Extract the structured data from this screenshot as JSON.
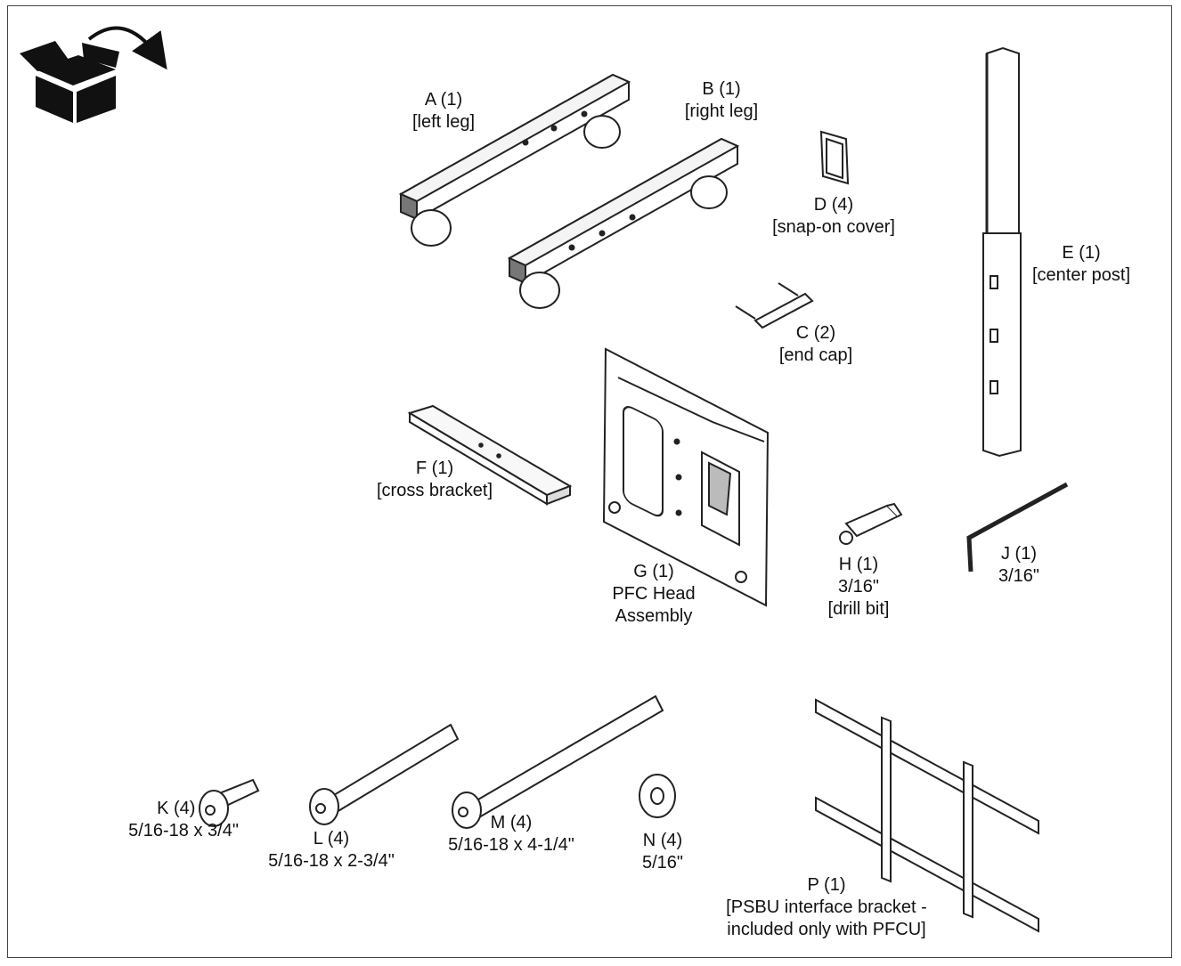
{
  "parts": {
    "A": {
      "line1": "A (1)",
      "line2": "[left leg]"
    },
    "B": {
      "line1": "B (1)",
      "line2": "[right leg]"
    },
    "D": {
      "line1": "D (4)",
      "line2": "[snap-on cover]"
    },
    "E": {
      "line1": "E (1)",
      "line2": "[center post]"
    },
    "C": {
      "line1": "C (2)",
      "line2": "[end cap]"
    },
    "F": {
      "line1": "F (1)",
      "line2": "[cross bracket]"
    },
    "G": {
      "line1": "G (1)",
      "line2": "PFC Head",
      "line3": "Assembly"
    },
    "H": {
      "line1": "H (1)",
      "line2": "3/16\"",
      "line3": "[drill bit]"
    },
    "J": {
      "line1": "J (1)",
      "line2": "3/16\""
    },
    "K": {
      "line1": "K (4)",
      "line2": "5/16-18 x 3/4\""
    },
    "L": {
      "line1": "L (4)",
      "line2": "5/16-18 x 2-3/4\""
    },
    "M": {
      "line1": "M (4)",
      "line2": "5/16-18 x 4-1/4\""
    },
    "N": {
      "line1": "N (4)",
      "line2": "5/16\""
    },
    "P": {
      "line1": "P (1)",
      "line2": "[PSBU interface bracket -",
      "line3": "included only with PFCU]"
    }
  },
  "icons": {
    "unbox": "open-box-icon"
  }
}
